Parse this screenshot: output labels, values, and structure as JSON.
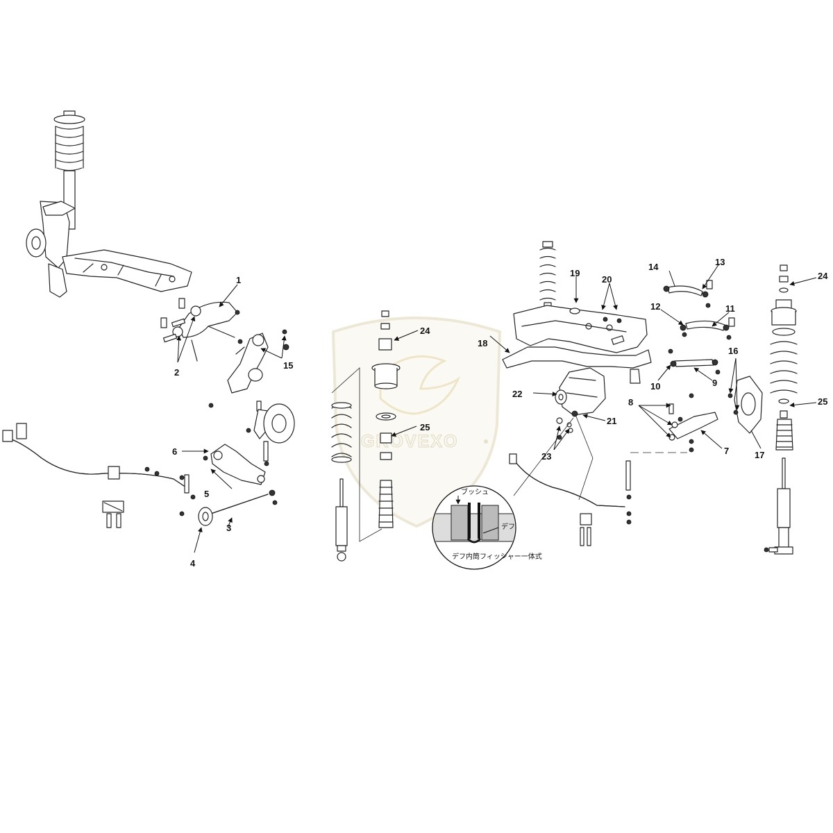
{
  "watermark": {
    "text": "GROVEXO"
  },
  "callouts": [
    {
      "id": "c1",
      "text": "1"
    },
    {
      "id": "c2",
      "text": "2"
    },
    {
      "id": "c3",
      "text": "3"
    },
    {
      "id": "c4",
      "text": "4"
    },
    {
      "id": "c5",
      "text": "5"
    },
    {
      "id": "c6",
      "text": "6"
    },
    {
      "id": "c7",
      "text": "7"
    },
    {
      "id": "c8",
      "text": "8"
    },
    {
      "id": "c9",
      "text": "9"
    },
    {
      "id": "c10",
      "text": "10"
    },
    {
      "id": "c11",
      "text": "11"
    },
    {
      "id": "c12",
      "text": "12"
    },
    {
      "id": "c13",
      "text": "13"
    },
    {
      "id": "c14",
      "text": "14"
    },
    {
      "id": "c15",
      "text": "15"
    },
    {
      "id": "c16",
      "text": "16"
    },
    {
      "id": "c17",
      "text": "17"
    },
    {
      "id": "c18",
      "text": "18"
    },
    {
      "id": "c19",
      "text": "19"
    },
    {
      "id": "c20",
      "text": "20"
    },
    {
      "id": "c21",
      "text": "21"
    },
    {
      "id": "c22",
      "text": "22"
    },
    {
      "id": "c23",
      "text": "23"
    },
    {
      "id": "c24a",
      "text": "24"
    },
    {
      "id": "c24b",
      "text": "24"
    },
    {
      "id": "c25a",
      "text": "25"
    },
    {
      "id": "c25b",
      "text": "25"
    }
  ],
  "inset": {
    "bush_label": "ブッシュ",
    "diff_label": "デフ",
    "caption": "デフ内筒フィッシャー一体式"
  }
}
